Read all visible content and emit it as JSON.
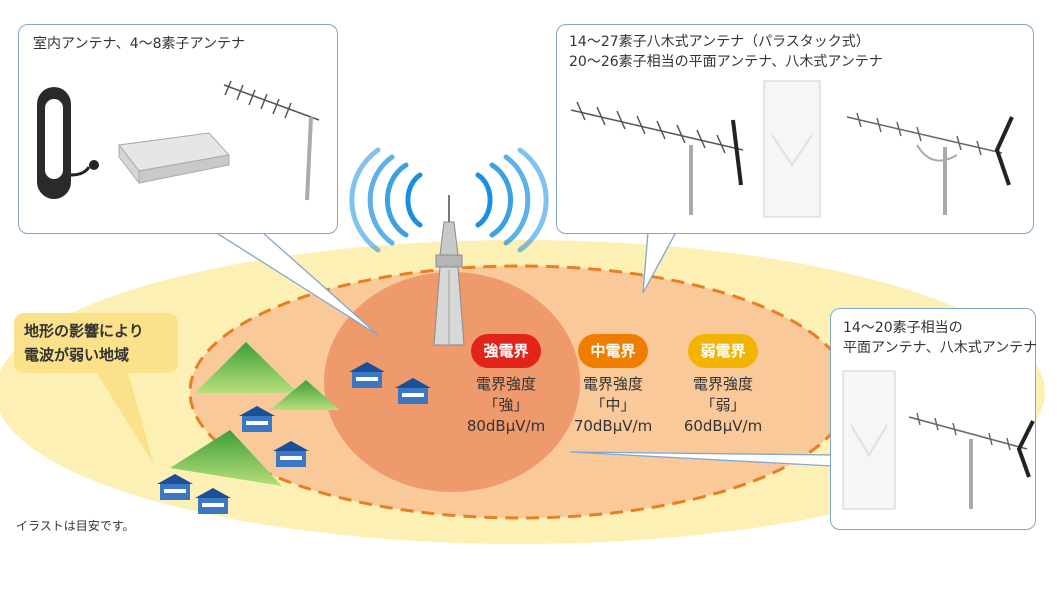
{
  "callouts": {
    "indoor": {
      "lines": [
        "室内アンテナ、4〜8素子アンテナ"
      ]
    },
    "strong_area": {
      "lines": [
        "14〜27素子八木式アンテナ（パラスタック式）",
        "20〜26素子相当の平面アンテナ、八木式アンテナ"
      ]
    },
    "weak_area": {
      "lines": [
        "14〜20素子相当の",
        "平面アンテナ、八木式アンテナ"
      ]
    }
  },
  "zones": [
    {
      "badge": "強電界",
      "label": "電界強度",
      "level": "「強」",
      "value": "80dBμV/m",
      "color": "#e2231a"
    },
    {
      "badge": "中電界",
      "label": "電界強度",
      "level": "「中」",
      "value": "70dBμV/m",
      "color": "#ef7d00"
    },
    {
      "badge": "弱電界",
      "label": "電界強度",
      "level": "「弱」",
      "value": "60dBμV/m",
      "color": "#f2b400"
    }
  ],
  "terrain_note": {
    "lines": [
      "地形の影響により",
      "電波が弱い地域"
    ]
  },
  "disclaimer": "イラストは目安です。",
  "colors": {
    "outer_zone": "#fdf0b5",
    "middle_zone": "#f9c99a",
    "inner_zone": "#ef9a6d",
    "dashed_border": "#e87f22",
    "callout_border": "#7fa7cf",
    "signal_wave": "#1a8fe0"
  }
}
